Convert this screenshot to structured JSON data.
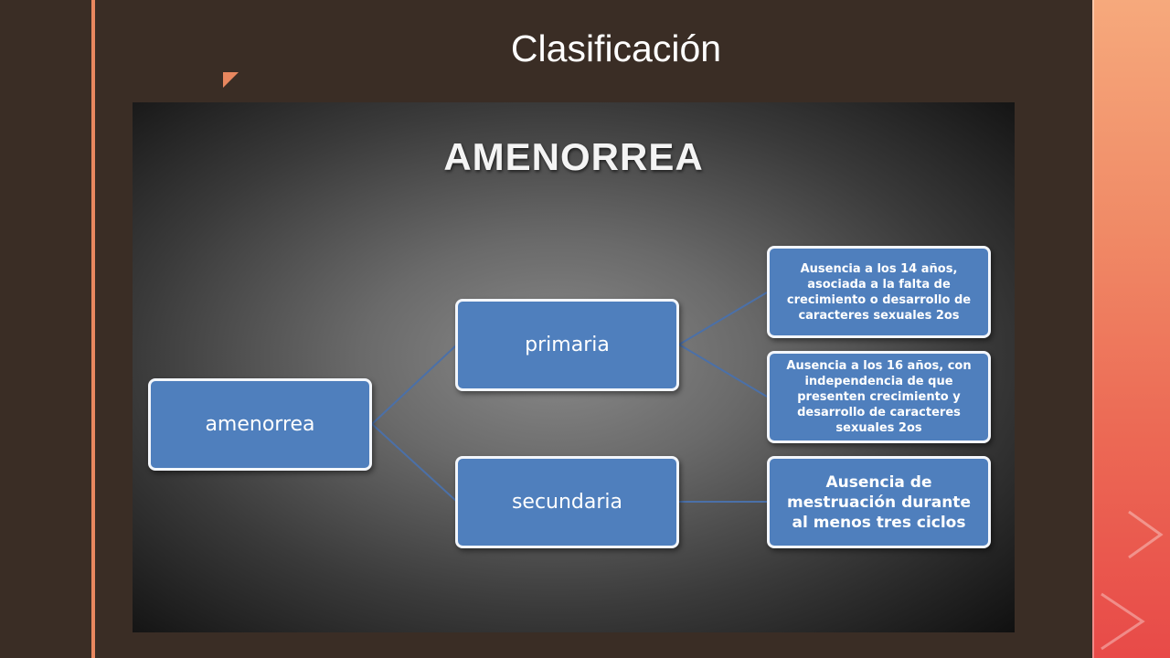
{
  "slide": {
    "title": "Clasificación",
    "colors": {
      "background": "#3a2d25",
      "accent": "#e8875f",
      "node_fill": "#4f7fbd"
    }
  },
  "diagram": {
    "heading": "AMENORREA",
    "root": "amenorrea",
    "branches": [
      {
        "label": "primaria",
        "details": [
          "Ausencia a los 14 años, asociada a la falta de crecimiento o desarrollo de caracteres sexuales 2os",
          "Ausencia a los 16 años, con independencia  de que presenten crecimiento y desarrollo de caracteres sexuales 2os"
        ]
      },
      {
        "label": "secundaria",
        "details": [
          "Ausencia de mestruación durante al menos tres ciclos"
        ]
      }
    ]
  }
}
